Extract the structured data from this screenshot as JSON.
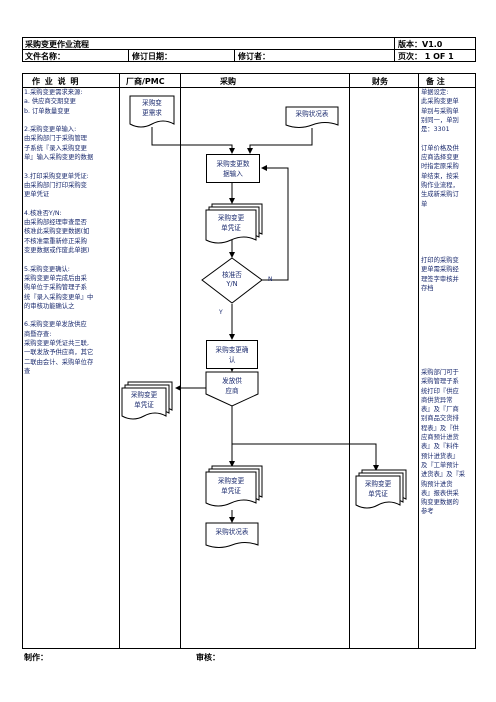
{
  "header": {
    "title": "采购变更作业流程",
    "version": "版本：V1.0",
    "file_name": "文件名称：",
    "revise_date": "修订日期：",
    "reviser": "修订者：",
    "page": "页次：  1 OF 1"
  },
  "columns": {
    "desc": "作  业  说  明",
    "vendor": "厂商/PMC",
    "purchase": "采购",
    "finance": "财务",
    "remark": "备    注"
  },
  "description": [
    "1.采购变更需求来源:",
    "a. 供应商交期变更",
    "b. 订单数量变更",
    "",
    "2.采购变更单输入:",
    "由采购部门于采购管理",
    "子系统『录入采购变更",
    "单』输入采购变更的数据",
    "",
    "3.打印采购变更单凭证:",
    "由采购部门打印采购变",
    "更单凭证",
    "",
    "4.核准否Y/N:",
    "由采购部经理审查是否",
    "核准此采购变更数据(如",
    "不核准需重新修正采购",
    "变更数据或作废此单据)",
    "",
    "5.采购变更确认:",
    "采购变更单完成后由采",
    "购单位于采购管理子系",
    "统『录入采购变更单』中",
    "的审核功能确认之",
    "",
    "6.采购变更单发放供应",
    "商暨存查:",
    "采购变更单凭证共三联,",
    "一联发放予供应商，其它",
    "二联由会计、采购单位存",
    "查"
  ],
  "remarks": {
    "block1": [
      "单据设定:",
      "此采购变更单",
      "单别与采购单",
      "别同一，单别",
      "是：3301",
      "",
      "订单价格及供",
      "应商选择变更",
      "时指定原采购",
      "单结束，按采",
      "购作业流程，",
      "生成新采购订",
      "单"
    ],
    "block2": [
      "打印的采购变",
      "更单需采购经",
      "理签字审核并",
      "存档"
    ],
    "block3": [
      "采购部门可于",
      "采购管理子系",
      "统打印『供应",
      "商供货异常",
      "表』及『厂商",
      "别商品交货排",
      "程表』及『供",
      "应商预计进货",
      "表』及『料件",
      "预计进货表』",
      "及『工单预计",
      "进货表』及『采",
      "购预计进货",
      "表』报表供采",
      "购变更数据的",
      "参考"
    ]
  },
  "flow": {
    "demand": "采购变\n更需求",
    "status_report_top": "采购状况表",
    "input": "采购变更数\n据输入",
    "voucher": "采购变更\n单凭证",
    "approve": "核准否\nY/N",
    "no_label": "N",
    "yes_label": "Y",
    "confirm": "采购变更确\n认",
    "issue": "发放供\n应商",
    "vendor_voucher": "采购变更\n单凭证",
    "purchase_voucher": "采购变更\n单凭证",
    "finance_voucher": "采购变更\n单凭证",
    "status_report_bottom": "采购状况表"
  },
  "footer": {
    "made_by": "制作：",
    "reviewed_by": "审核："
  }
}
